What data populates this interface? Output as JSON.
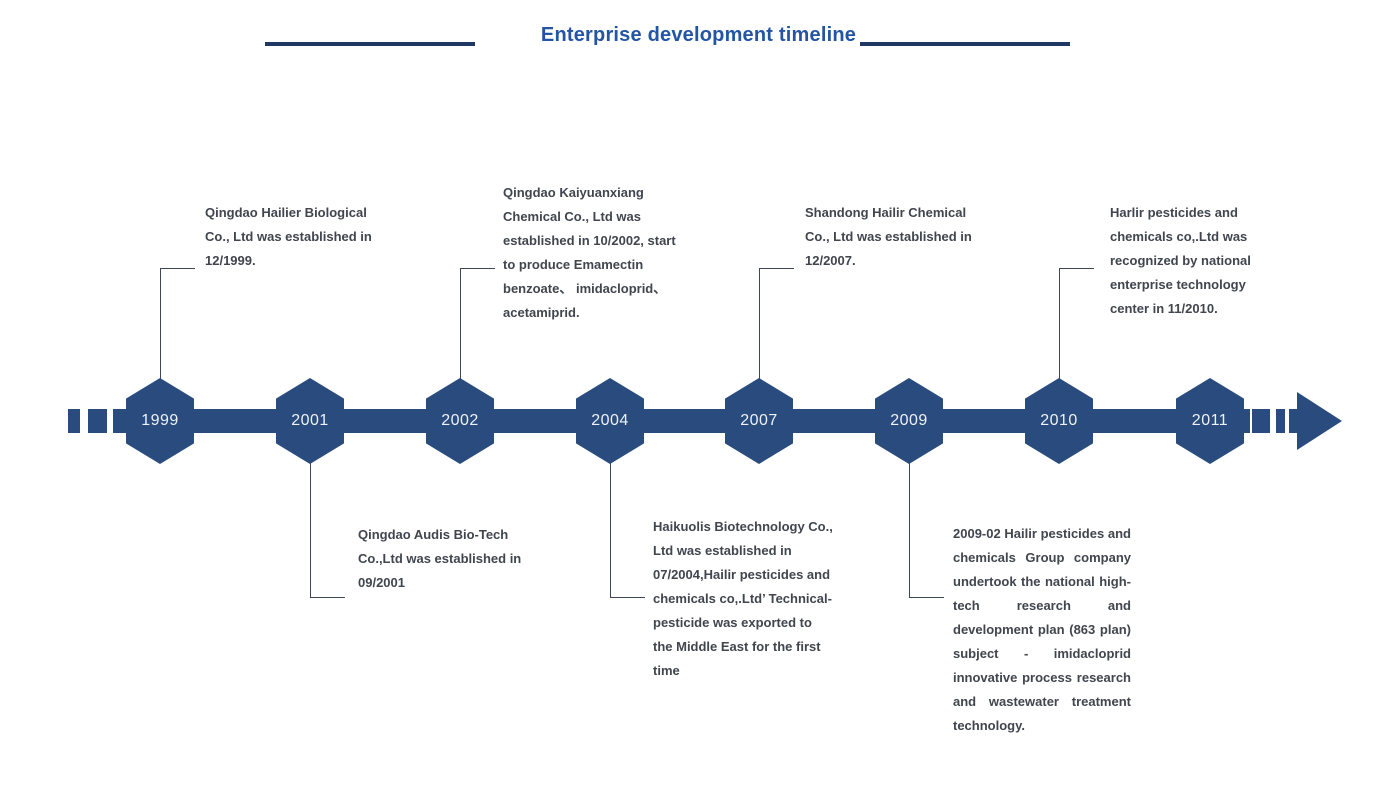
{
  "title": "Enterprise development timeline",
  "colors": {
    "navy": "#294b7d",
    "title_blue": "#2355a4",
    "rule_navy": "#1f3864",
    "connector": "#3c4656",
    "body_text": "#40454e"
  },
  "events": [
    {
      "year": "1999",
      "side": "top",
      "text": "Qingdao Hailier Biological Co., Ltd was established in 12/1999."
    },
    {
      "year": "2001",
      "side": "bottom",
      "text": "Qingdao Audis Bio-Tech Co.,Ltd was established in 09/2001"
    },
    {
      "year": "2002",
      "side": "top",
      "text": "Qingdao Kaiyuanxiang Chemical Co., Ltd was established in 10/2002, start to produce Emamectin benzoate、 imidacloprid、acetamiprid."
    },
    {
      "year": "2004",
      "side": "bottom",
      "text": "Haikuolis Biotechnology Co., Ltd was established in 07/2004,Hailir pesticides and chemicals co,.Ltd’ Technical-pesticide was exported to the Middle East for the first time"
    },
    {
      "year": "2007",
      "side": "top",
      "text": "Shandong Hailir Chemical Co., Ltd was established in 12/2007."
    },
    {
      "year": "2009",
      "side": "bottom",
      "text": "2009-02 Hailir pesticides and chemicals Group company undertook the national high-tech research and development plan (863 plan) subject - imidacloprid innovative process research and wastewater treatment technology."
    },
    {
      "year": "2010",
      "side": "top",
      "text": "Harlir pesticides and chemicals co,.Ltd was recognized by national enterprise technology center in 11/2010."
    },
    {
      "year": "2011",
      "side": "none",
      "text": ""
    }
  ]
}
